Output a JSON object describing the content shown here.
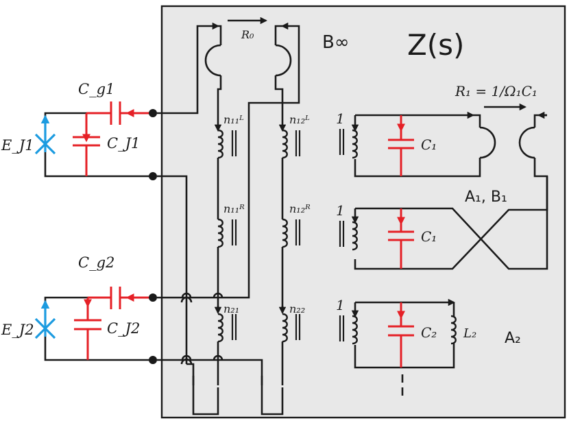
{
  "box": {
    "title": "Z(s)",
    "background": "#e8e8e8"
  },
  "colors": {
    "wire": "#1a1a1a",
    "capacitor": "#e52026",
    "junction": "#1c9be0"
  },
  "labels": {
    "b_infinity": "B∞",
    "r0": "R₀",
    "r1": "R₁ = 1/Ω₁C₁",
    "a1b1": "A₁, B₁",
    "a2": "A₂",
    "cg1": "C_g1",
    "cg2": "C_g2",
    "cj1": "C_J1",
    "cj2": "C_J2",
    "ej1": "E_J1",
    "ej2": "E_J2",
    "n11L": "n₁₁ᴸ",
    "n12L": "n₁₂ᴸ",
    "n11R": "n₁₁ᴿ",
    "n12R": "n₁₂ᴿ",
    "n21": "n₂₁",
    "n22": "n₂₂",
    "ratio1": "1",
    "ratio2": "1",
    "ratio3": "1",
    "c1_top": "C₁",
    "c1_mid": "C₁",
    "c2": "C₂",
    "l2": "L₂"
  }
}
